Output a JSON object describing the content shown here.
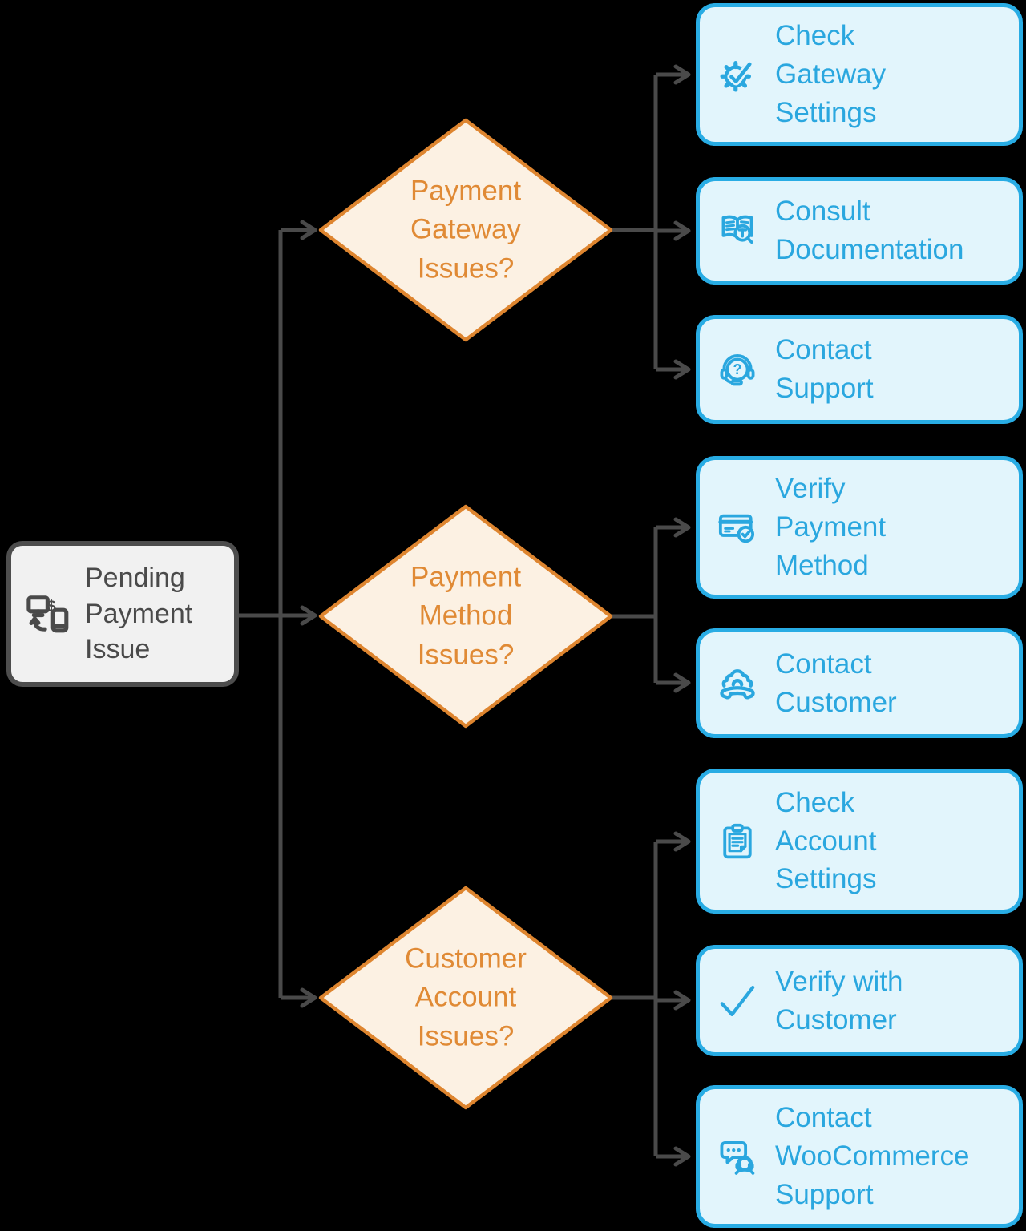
{
  "colors": {
    "canvas-bg": "#000000",
    "line": "#4A4A4A",
    "root-fill": "#F1F1F1",
    "root-border": "#4D4D4D",
    "root-text": "#4A4A4A",
    "decision-fill": "#FCF1E3",
    "decision-border": "#DE852F",
    "decision-text": "#E08A35",
    "action-fill": "#E2F5FC",
    "action-border": "#28ACE4",
    "action-text": "#2AA7DF"
  },
  "root": {
    "label": "Pending\nPayment\nIssue",
    "icon": "device-money-transfer-icon"
  },
  "decisions": [
    {
      "label": "Payment\nGateway\nIssues?"
    },
    {
      "label": "Payment\nMethod\nIssues?"
    },
    {
      "label": "Customer\nAccount\nIssues?"
    }
  ],
  "actions": [
    {
      "label": "Check\nGateway\nSettings",
      "icon": "gear-check-icon"
    },
    {
      "label": "Consult\nDocumentation",
      "icon": "book-magnifier-icon"
    },
    {
      "label": "Contact\nSupport",
      "icon": "headset-question-icon"
    },
    {
      "label": "Verify\nPayment\nMethod",
      "icon": "card-check-icon"
    },
    {
      "label": "Contact\nCustomer",
      "icon": "person-handset-icon"
    },
    {
      "label": "Check\nAccount\nSettings",
      "icon": "clipboard-icon"
    },
    {
      "label": "Verify with\nCustomer",
      "icon": "checkmark-icon"
    },
    {
      "label": "Contact\nWooCommerce\nSupport",
      "icon": "chat-headset-icon"
    }
  ]
}
